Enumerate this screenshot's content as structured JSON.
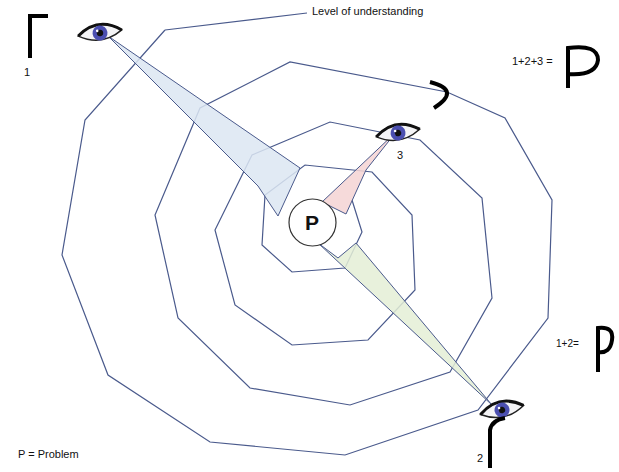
{
  "diagram": {
    "nodes": [
      {
        "text": [
          "P"
        ]
      }
    ],
    "labels": [
      "Level of understanding",
      "1",
      "2",
      "3",
      "1+2+3 =",
      "1+2=",
      "P = Problem"
    ]
  }
}
